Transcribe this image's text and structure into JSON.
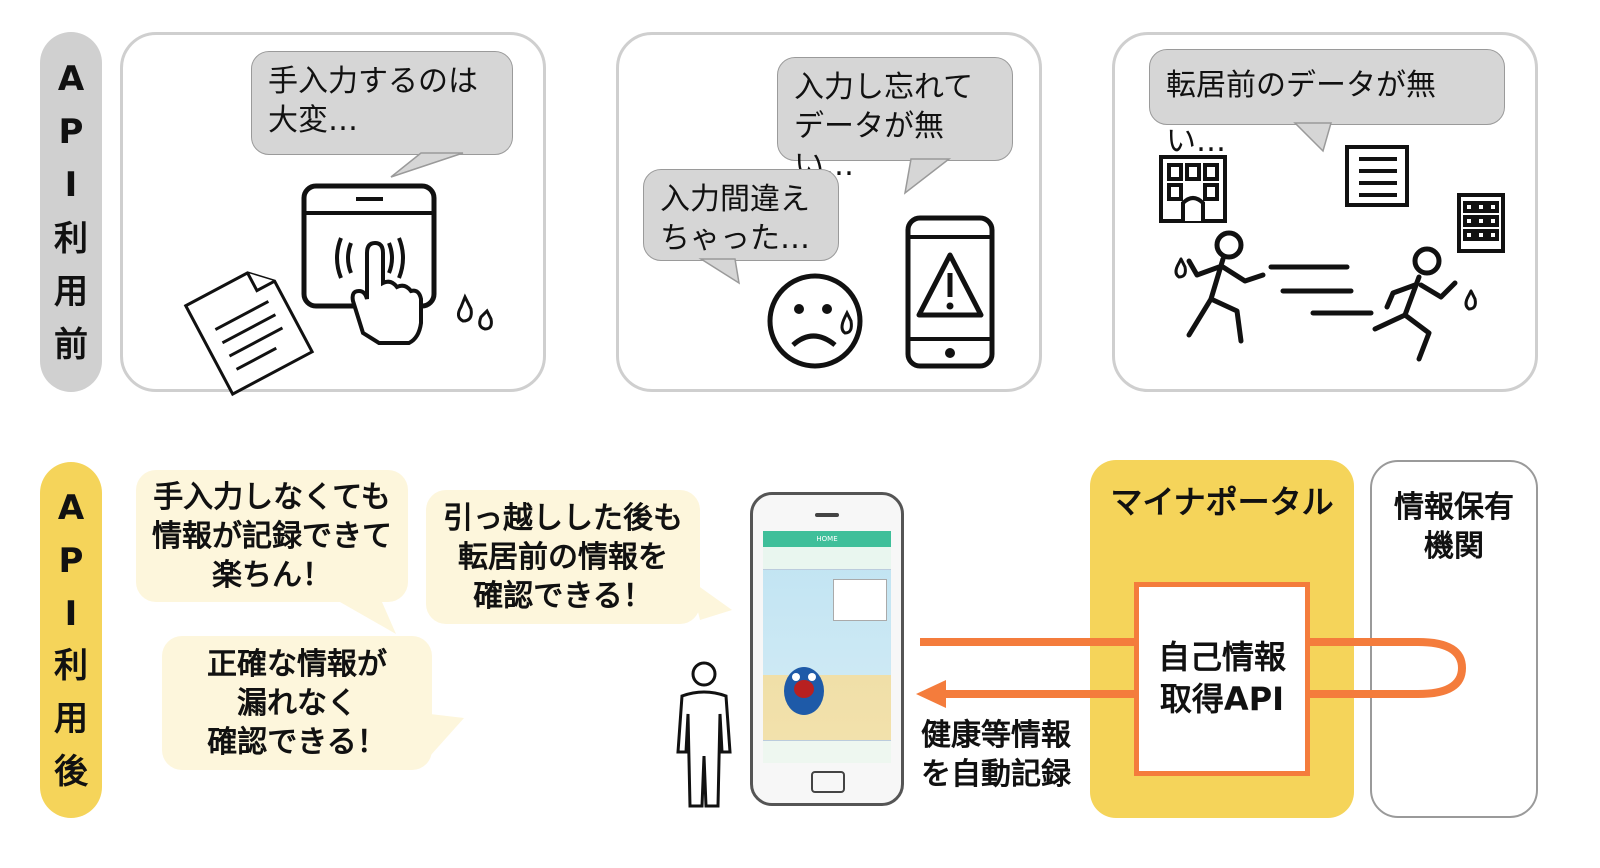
{
  "before": {
    "label_chars": [
      "A",
      "P",
      "I",
      "利",
      "用",
      "前"
    ],
    "label_bg": "#d0d0d0",
    "panels": [
      {
        "bubbles": [
          "手入力するのは\n大変…"
        ]
      },
      {
        "bubbles": [
          "入力し忘れて\nデータが無い…",
          "入力間違え\nちゃった…"
        ]
      },
      {
        "bubbles": [
          "転居前のデータが無い…"
        ]
      }
    ]
  },
  "after": {
    "label_chars": [
      "A",
      "P",
      "I",
      "利",
      "用",
      "後"
    ],
    "label_bg": "#f5d45a",
    "bubbles": [
      "手入力しなくても\n情報が記録できて\n楽ちん！",
      "正確な情報が\n漏れなく\n確認できる！",
      "引っ越しした後も\n転居前の情報を\n確認できる！"
    ],
    "portal": {
      "title": "マイナポータル",
      "api_label": "自己情報\n取得API",
      "bg": "#f5d45a",
      "api_border": "#f47c3c"
    },
    "holder": {
      "title": "情報保有\n機関"
    },
    "auto_record": "健康等情報\nを自動記録",
    "phone_screen": {
      "header": "HOME"
    },
    "arrow_color": "#f47c3c"
  }
}
